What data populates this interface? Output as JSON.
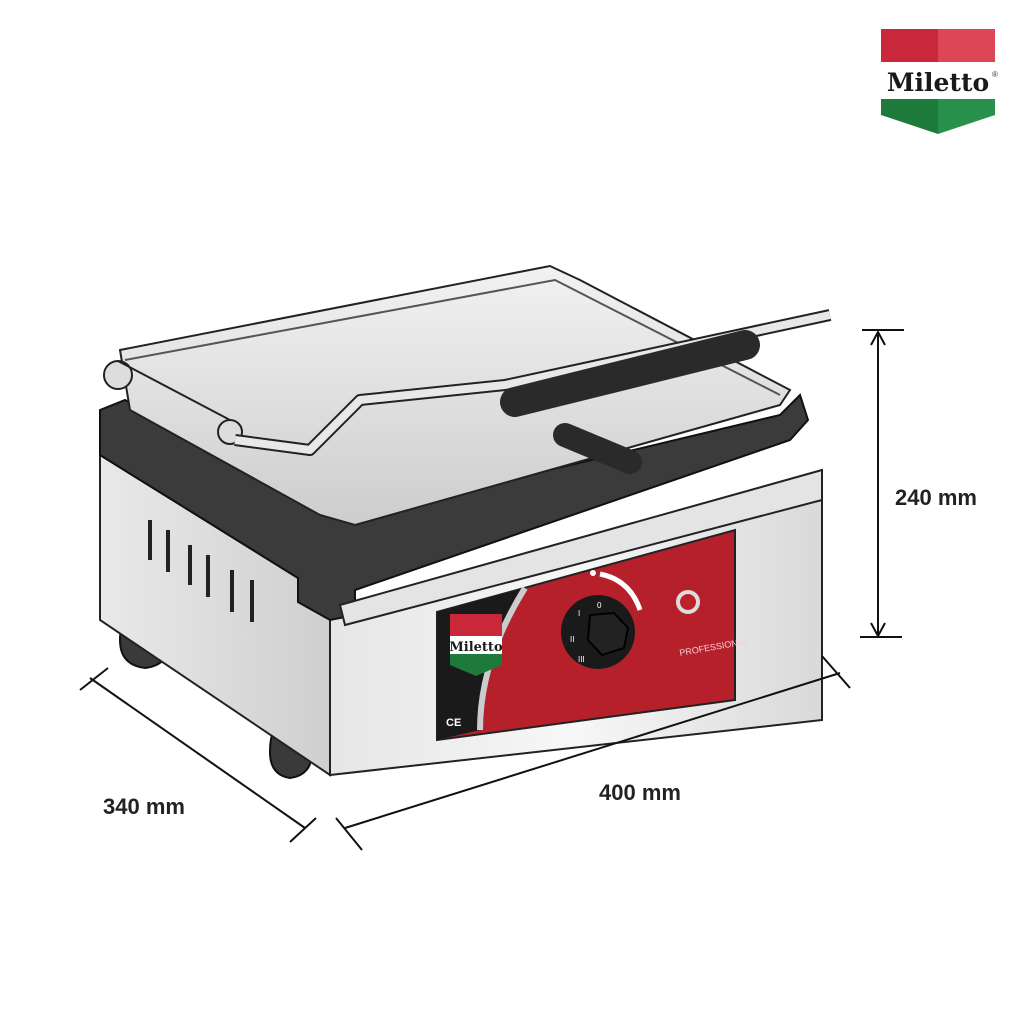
{
  "brand": {
    "name": "Miletto",
    "registered": "®"
  },
  "dimensions": {
    "height": "240 mm",
    "depth": "340 mm",
    "width": "400 mm"
  },
  "control_panel": {
    "label": "PROFESSIONAL",
    "cert": "CE",
    "dial_marks": [
      "0",
      "I",
      "II",
      "III"
    ]
  },
  "colors": {
    "logo_red": "#c8283a",
    "logo_green": "#1e7a3a",
    "panel_red": "#b5202b"
  }
}
